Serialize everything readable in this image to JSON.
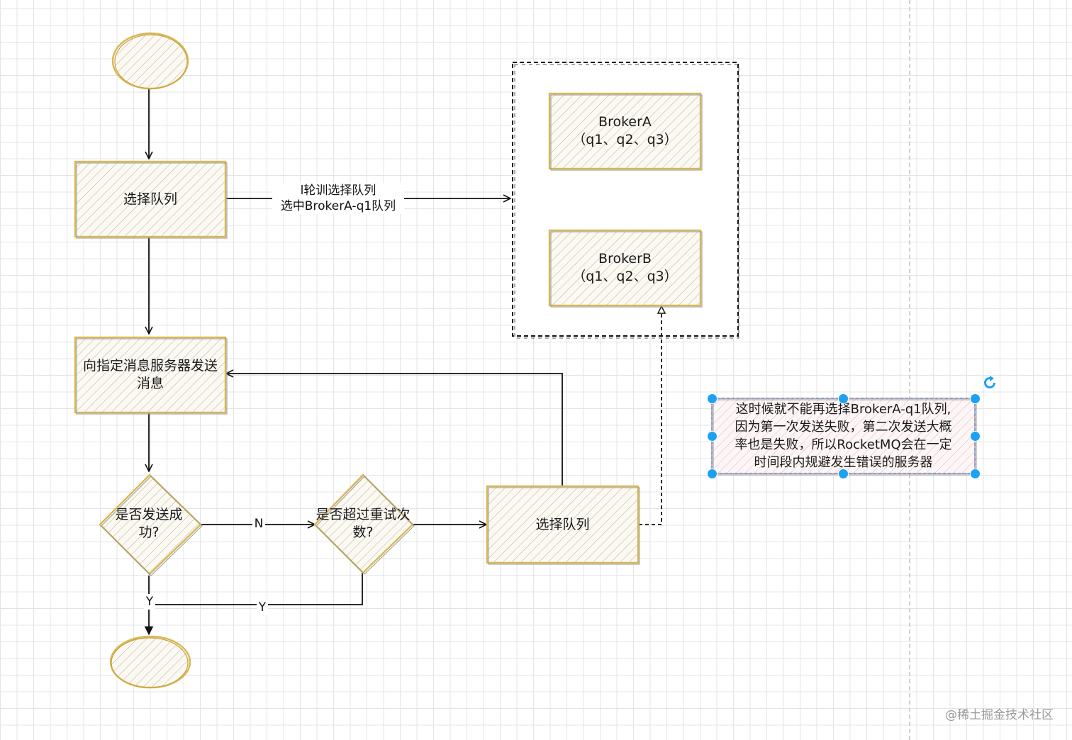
{
  "nodes": {
    "select_queue_1": "选择队列",
    "send_message": "向指定消息服务器发送消息",
    "send_success": "是否发送成功?",
    "exceed_retry": "是否超过重试次数?",
    "select_queue_2": "选择队列",
    "broker_a": "BrokerA\n（q1、q2、q3）",
    "broker_b": "BrokerB\n（q1、q2、q3）"
  },
  "edge_labels": {
    "round_robin": "l轮训选择队列\n选中BrokerA-q1队列",
    "no": "N",
    "yes_down": "Y",
    "yes_back": "Y"
  },
  "note": {
    "text": "这时候就不能再选择BrokerA-q1队列,\n因为第一次发送失败，第二次发送大概\n率也是失败，所以RocketMQ会在一定\n时间段内规避发生错误的服务器"
  },
  "icons": {
    "rotate": "rotate-icon"
  },
  "watermark": "@稀土掘金技术社区",
  "colors": {
    "node_stroke": "#d8b855",
    "node_hatch": "#b9b6a8",
    "line": "#111111",
    "selection": "#1ea1f2",
    "note_stroke": "#e58c8c"
  }
}
